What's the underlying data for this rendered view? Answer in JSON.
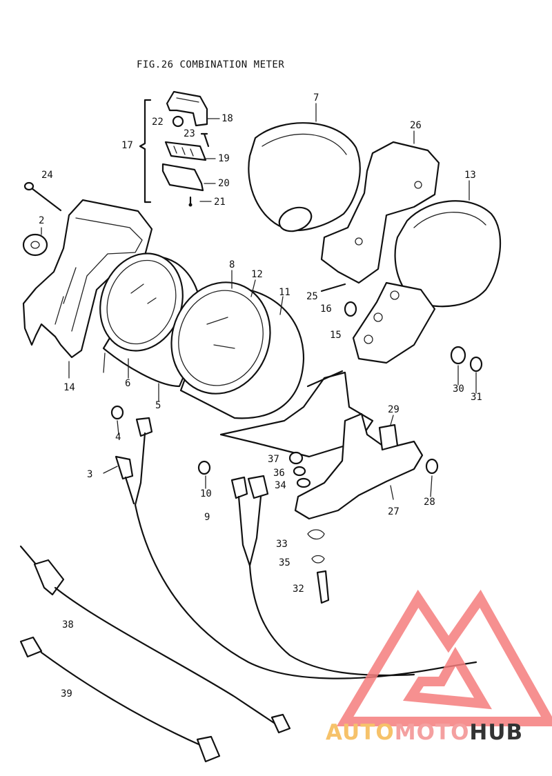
{
  "figure": {
    "title": "FIG.26  COMBINATION METER"
  },
  "callouts": [
    "2",
    "3",
    "4",
    "5",
    "6",
    "7",
    "8",
    "9",
    "10",
    "11",
    "12",
    "13",
    "14",
    "15",
    "16",
    "17",
    "18",
    "19",
    "20",
    "21",
    "22",
    "23",
    "24",
    "25",
    "26",
    "27",
    "28",
    "29",
    "30",
    "31",
    "32",
    "33",
    "34",
    "35",
    "36",
    "37",
    "38",
    "39"
  ],
  "watermark": {
    "parts": [
      "AUTO",
      "MOTO",
      "HUB"
    ],
    "colors": {
      "triangle": "#f47c7c",
      "auto": "#f6c26a",
      "moto": "#f4a0a0",
      "hub": "#333333"
    }
  }
}
